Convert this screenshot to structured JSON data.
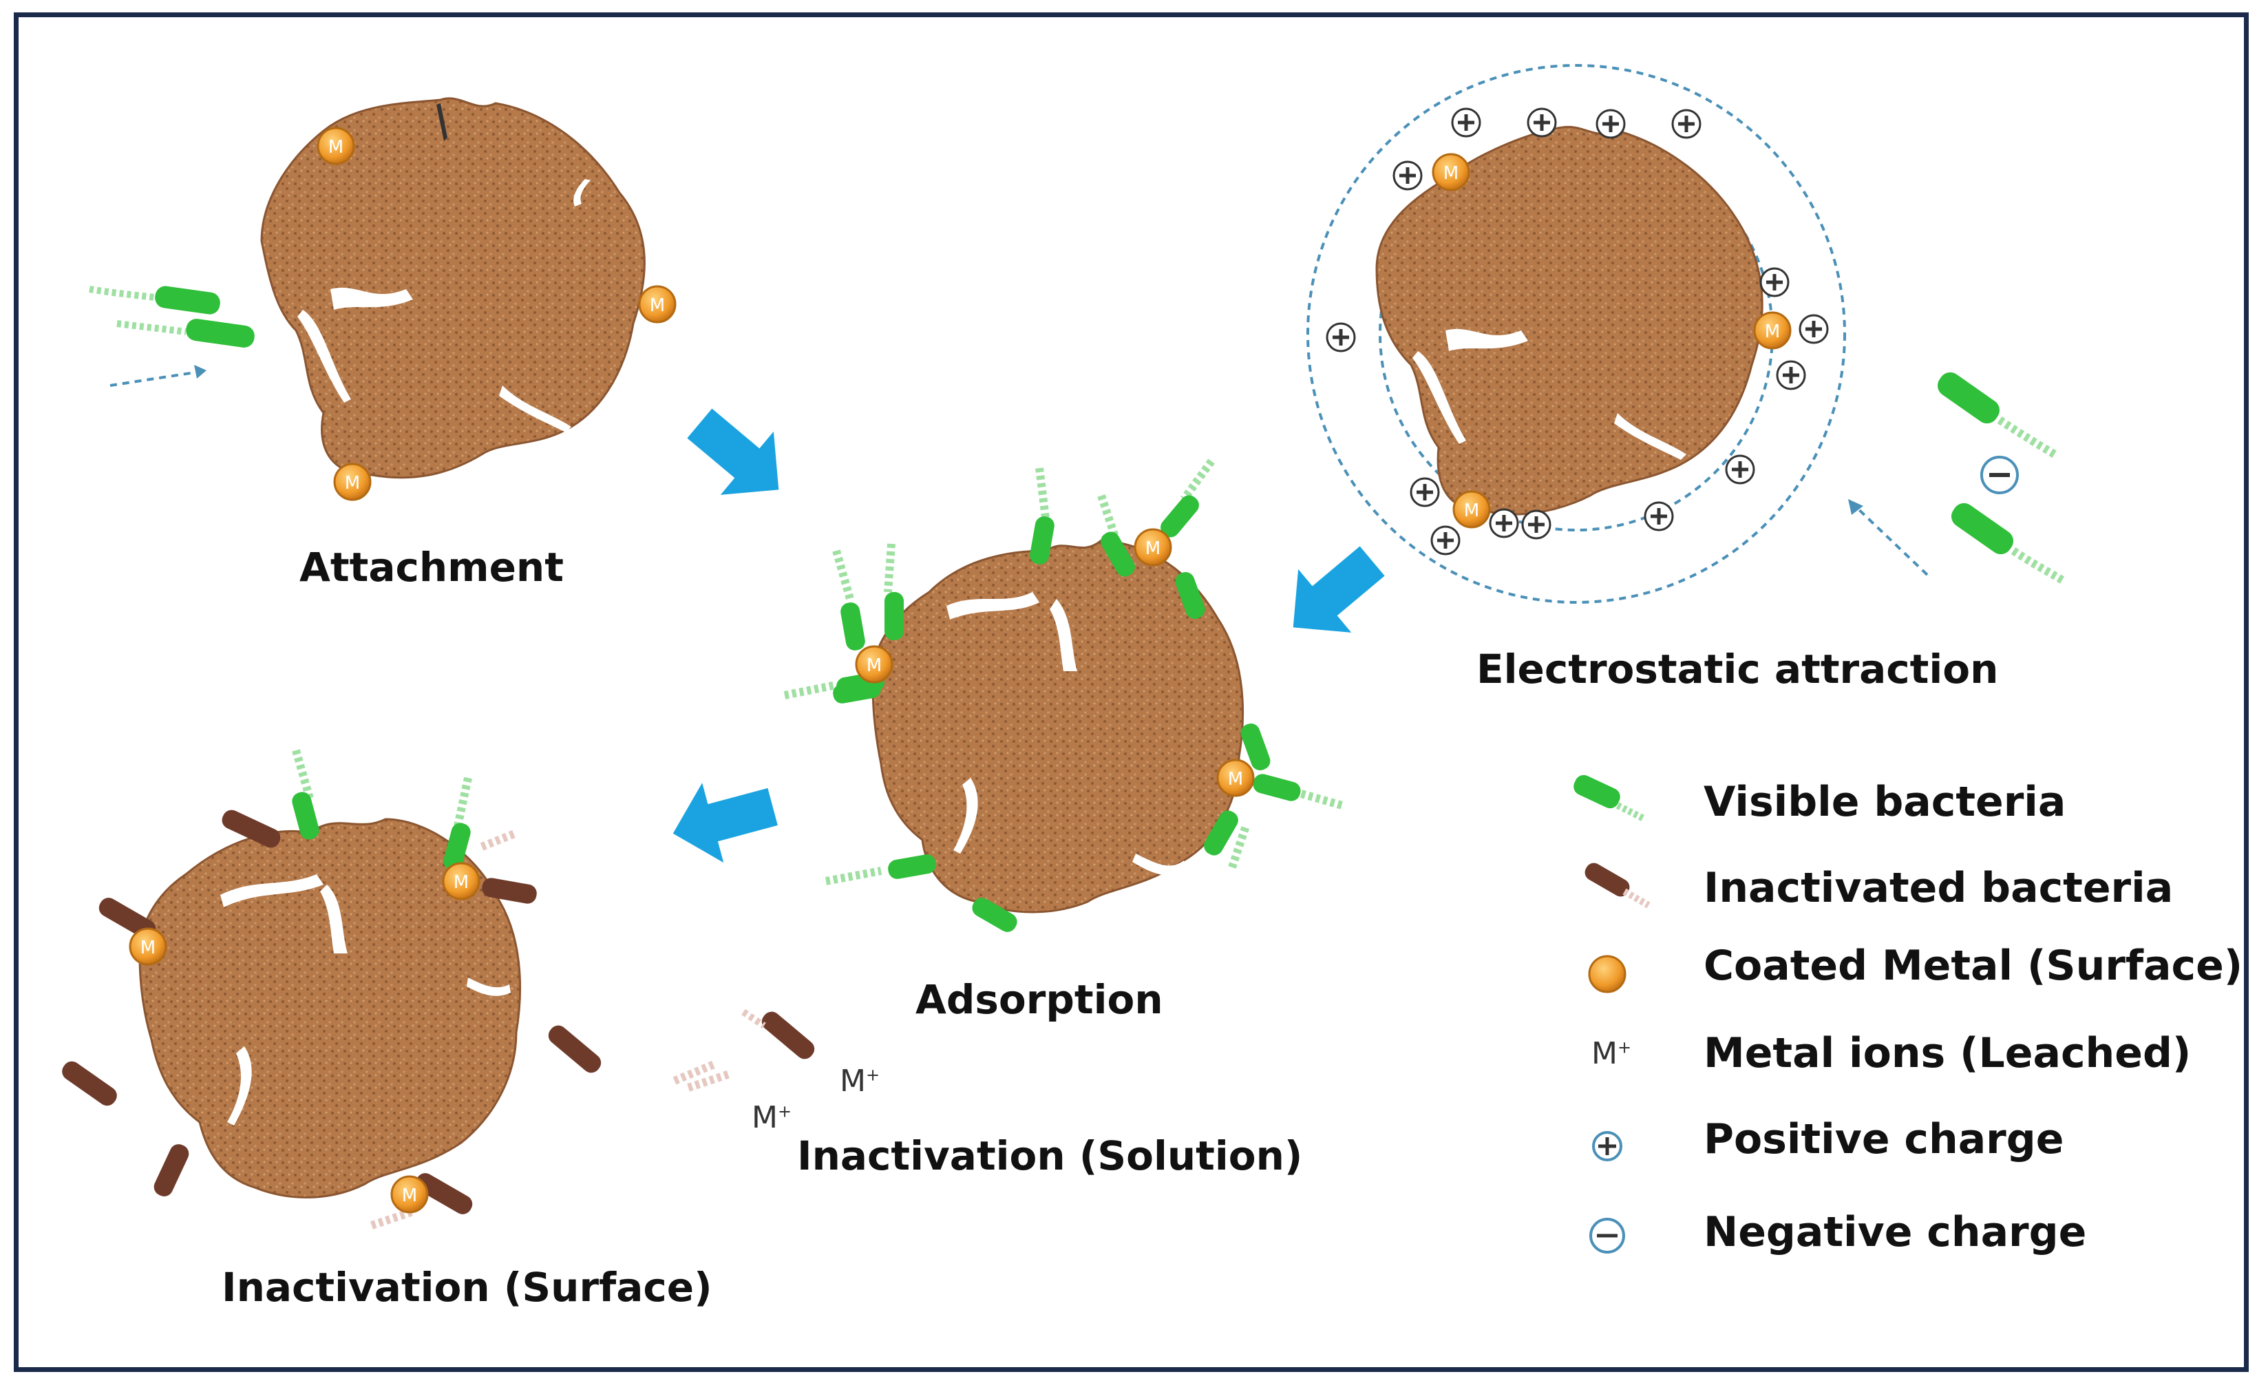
{
  "stages": {
    "attachment": "Attachment",
    "electrostatic": "Electrostatic attraction",
    "adsorption": "Adsorption",
    "inactivation_solution": "Inactivation (Solution)",
    "inactivation_surface": "Inactivation (Surface)"
  },
  "legend": [
    {
      "key": "visible",
      "label": "Visible bacteria",
      "icon": "green-bacterium-icon"
    },
    {
      "key": "inactivated",
      "label": "Inactivated bacteria",
      "icon": "brown-bacterium-icon"
    },
    {
      "key": "metal",
      "label": "Coated Metal (Surface)",
      "icon": "metal-particle-icon"
    },
    {
      "key": "ions",
      "label": "Metal ions (Leached)",
      "icon": "metal-ion-icon"
    },
    {
      "key": "positive",
      "label": "Positive charge",
      "icon": "plus-charge-icon"
    },
    {
      "key": "negative",
      "label": "Negative charge",
      "icon": "minus-charge-icon"
    }
  ],
  "symbols": {
    "metal_letter": "M",
    "ion_letter": "M",
    "ion_sup": "+"
  },
  "colors": {
    "particle": "#b07848",
    "visible_bacteria": "#2fbf3a",
    "inactivated_bacteria": "#6e3b2b",
    "metal": "#f0a033",
    "arrow": "#1aa3e0",
    "frame": "#1b2a4a",
    "charge_ring": "#4a90b8"
  }
}
